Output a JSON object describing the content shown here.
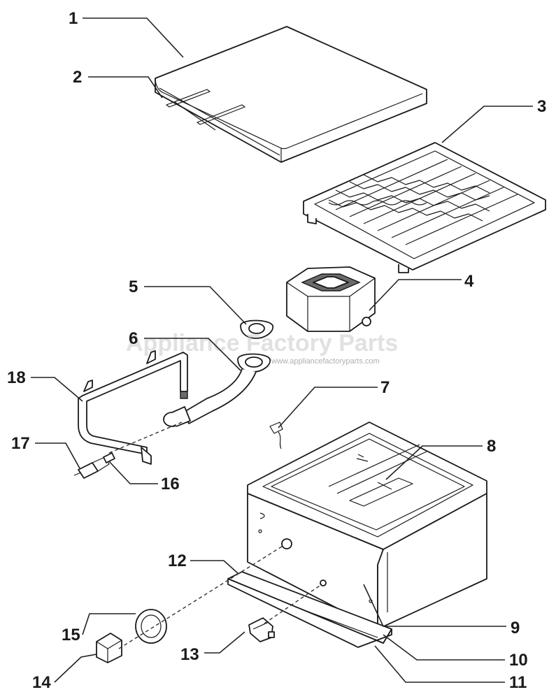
{
  "watermark": {
    "title": "Appliance Factory Parts",
    "url": "www.appliancefactoryparts.com"
  },
  "callouts": [
    "1",
    "2",
    "3",
    "4",
    "5",
    "6",
    "7",
    "8",
    "9",
    "10",
    "11",
    "12",
    "13",
    "14",
    "15",
    "16",
    "17",
    "18"
  ]
}
